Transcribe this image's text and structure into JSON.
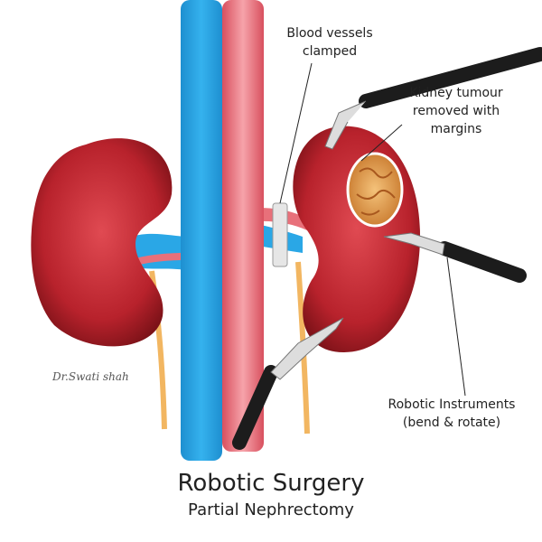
{
  "labels": {
    "clamp": [
      "Blood vessels",
      "clamped"
    ],
    "tumour": [
      "Kidney tumour",
      "removed with",
      "margins"
    ],
    "instruments": [
      "Robotic Instruments",
      "(bend & rotate)"
    ]
  },
  "title": "Robotic Surgery",
  "subtitle": "Partial Nephrectomy",
  "signature": "Dr.Swati shah",
  "colors": {
    "vein": "#2aa7e6",
    "artery": "#e8707a",
    "kidney": "#b8222c",
    "ureter": "#f2b661",
    "instrument": "#1c1c1c",
    "tumour": "#e8a55a"
  }
}
